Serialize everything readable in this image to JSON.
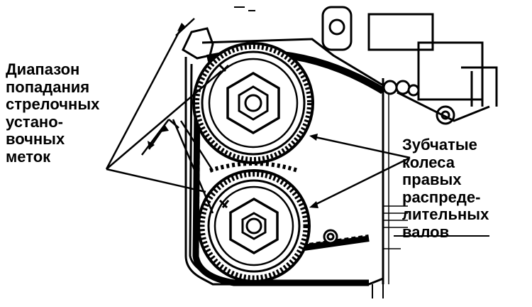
{
  "labels": {
    "left": [
      "Диапазон",
      "попадания",
      "стрелочных",
      "устано-",
      "вочных",
      "меток"
    ],
    "right": [
      "Зубчатые",
      "колеса",
      "правых",
      "распреде-",
      "лительных",
      "валов"
    ]
  },
  "colors": {
    "ink": "#000000",
    "paper": "#ffffff"
  }
}
